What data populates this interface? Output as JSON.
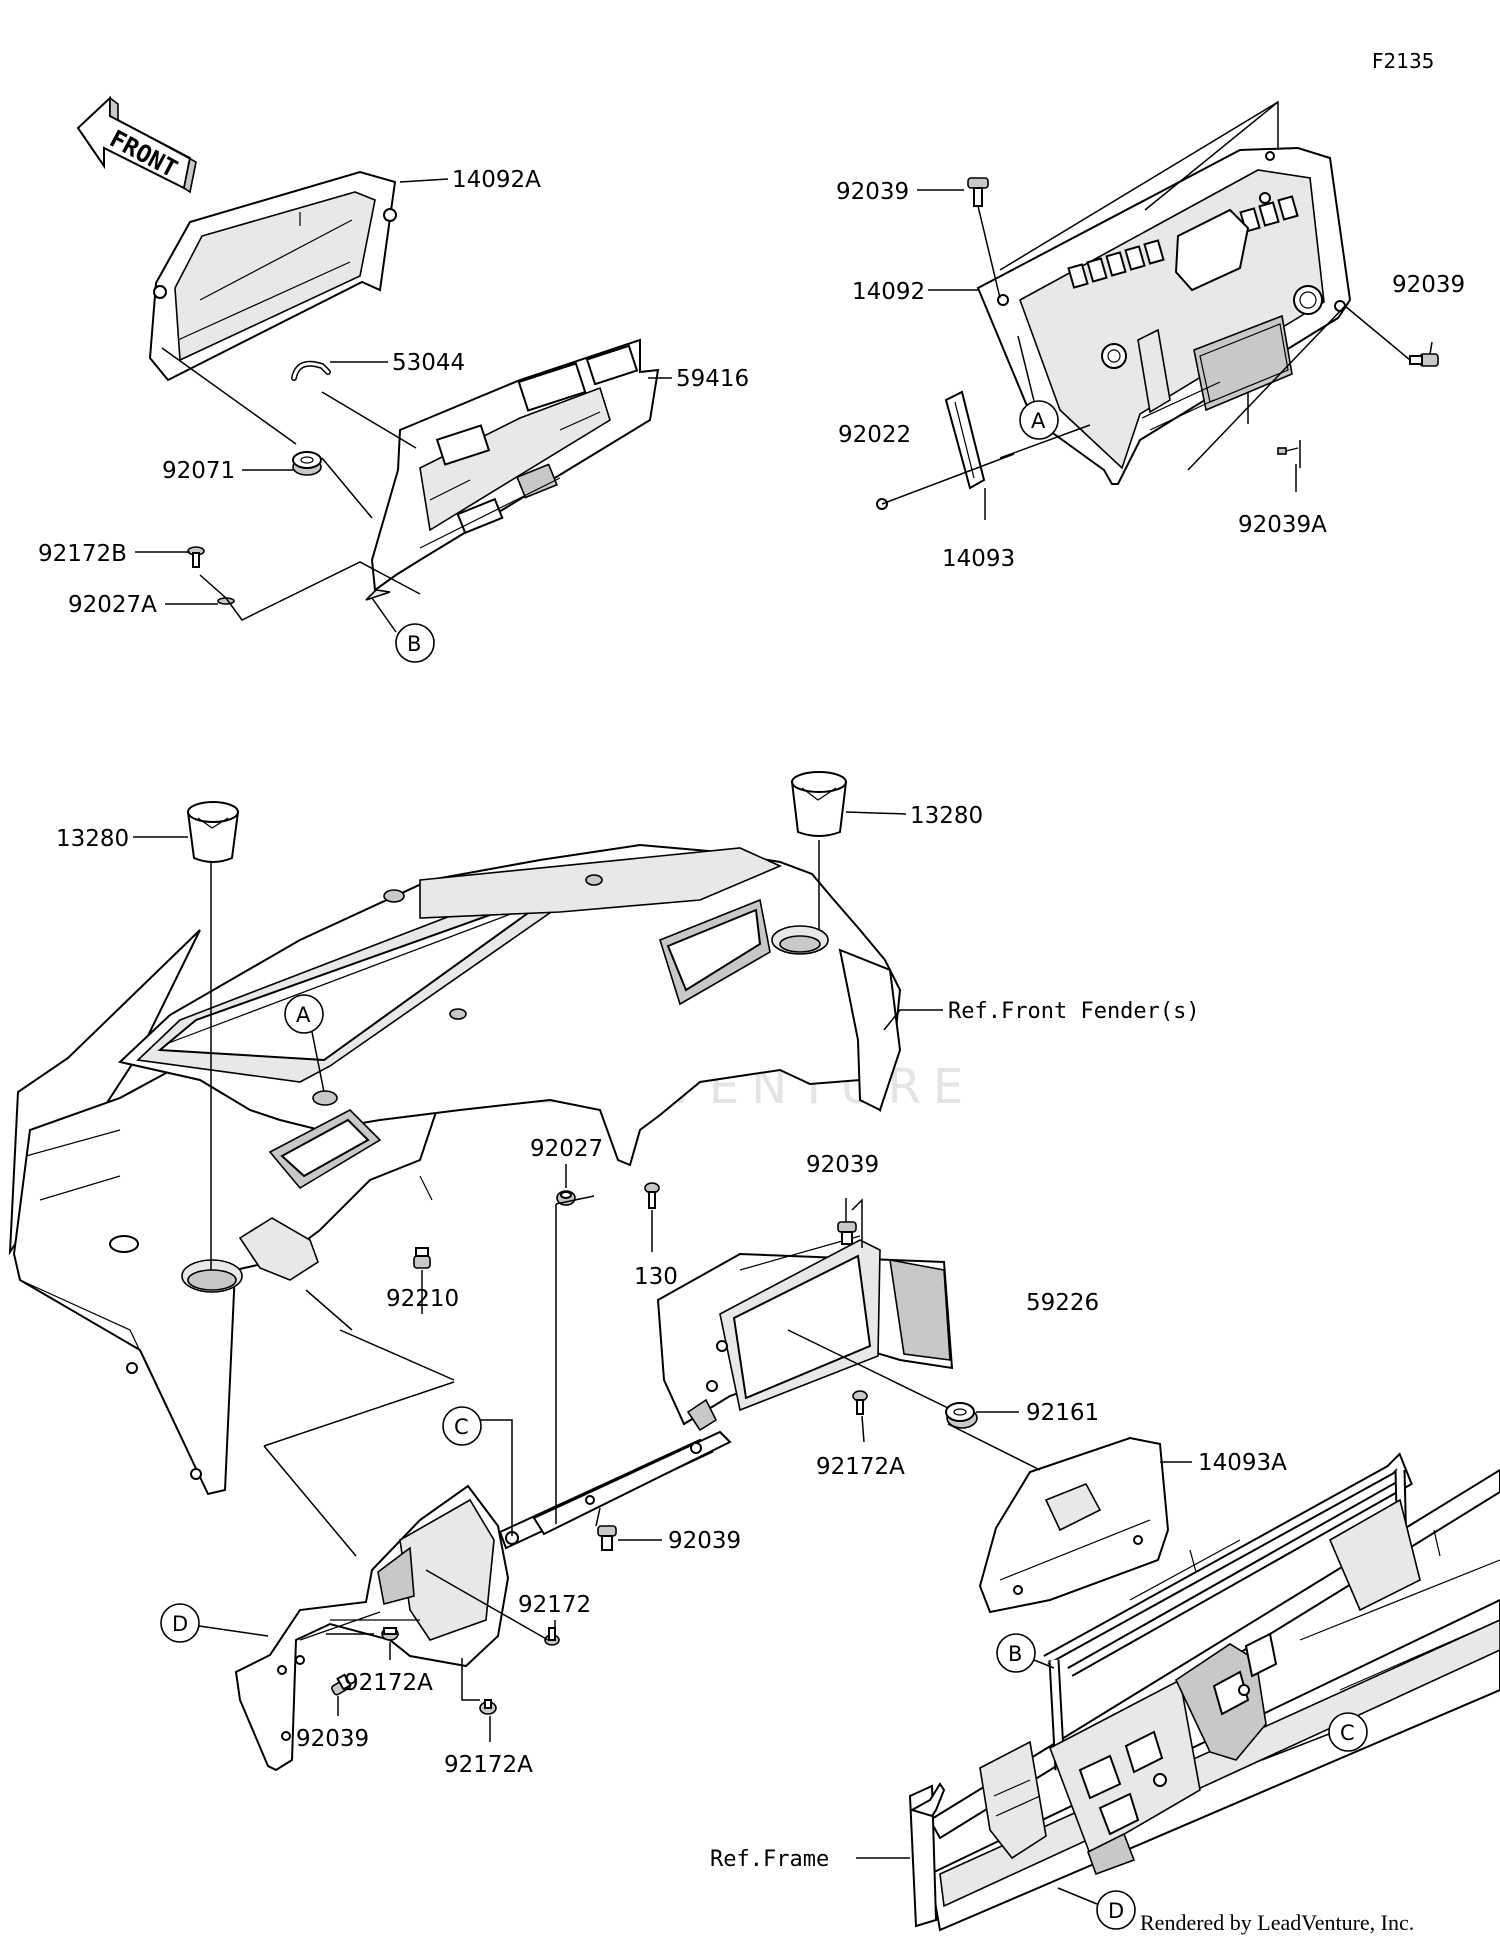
{
  "diagram_code": "F2135",
  "watermark": "LEADVENTURE",
  "credit": "Rendered by LeadVenture, Inc.",
  "front_arrow_label": "FRONT",
  "labels": {
    "p14092A": "14092A",
    "p53044": "53044",
    "p59416": "59416",
    "p92071": "92071",
    "p92172B": "92172B",
    "p92027A": "92027A",
    "p92039_top": "92039",
    "p14092": "14092",
    "p92039_right": "92039",
    "p92022": "92022",
    "p14093": "14093",
    "p92039A": "92039A",
    "p13280_left": "13280",
    "p13280_right": "13280",
    "ref_front_fender": "Ref.Front Fender(s)",
    "p92027": "92027",
    "p130": "130",
    "p92039_mid": "92039",
    "p59226": "59226",
    "p92210": "92210",
    "p92161": "92161",
    "p92172A_mid": "92172A",
    "p14093A": "14093A",
    "p92039_low": "92039",
    "p92172": "92172",
    "p92172A_low1": "92172A",
    "p92172A_low2": "92172A",
    "p92039_bottom": "92039",
    "ref_frame": "Ref.Frame"
  },
  "markers": {
    "A_top": "A",
    "B_top": "B",
    "A_dash": "A",
    "C_mid": "C",
    "D_left": "D",
    "B_frame": "B",
    "C_frame": "C",
    "D_frame": "D"
  }
}
